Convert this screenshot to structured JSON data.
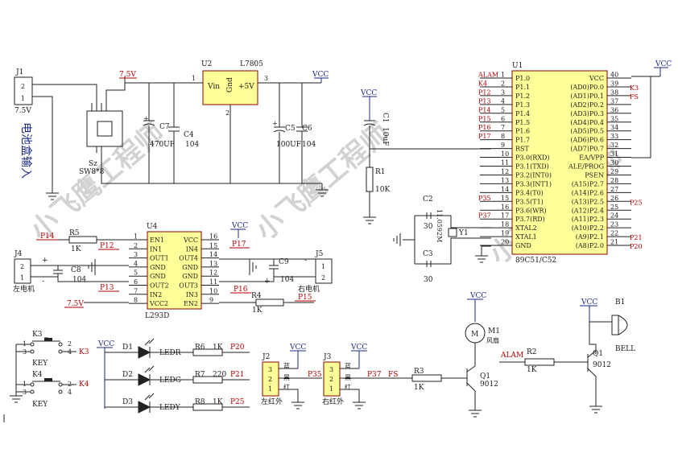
{
  "watermark": "小飞鹰工程师",
  "power": {
    "vcc": "VCC",
    "v75": "7.5V"
  },
  "j1": {
    "ref": "J1",
    "pins": [
      "2",
      "1"
    ],
    "voltage": "7.5V",
    "caption": "电池盒输入"
  },
  "sw": {
    "ref": "Sz",
    "part": "SW8*8"
  },
  "u2": {
    "ref": "U2",
    "part": "L7805",
    "vin": "Vin",
    "gnd": "Gnd",
    "out": "+5V",
    "pin1": "1",
    "pin2": "2",
    "pin3": "3"
  },
  "caps": {
    "c7": {
      "ref": "C7",
      "value": "470UF"
    },
    "c4": {
      "ref": "C4",
      "value": "104"
    },
    "c5": {
      "ref": "C5",
      "value": "100UF"
    },
    "c6": {
      "ref": "C6",
      "value": "104"
    },
    "c1": {
      "ref": "C1",
      "value": "10uF"
    },
    "c2": {
      "ref": "C2",
      "value": "30"
    },
    "c3": {
      "ref": "C3",
      "value": "30"
    },
    "c8": {
      "ref": "C8",
      "value": "104"
    },
    "c9": {
      "ref": "C9",
      "value": "104"
    }
  },
  "r1": {
    "ref": "R1",
    "value": "10K"
  },
  "y1": {
    "ref": "Y1",
    "value": "11.0592M"
  },
  "u1": {
    "ref": "U1",
    "part": "89C51/C52",
    "left_pins": [
      {
        "num": "1",
        "name": "P1.0",
        "net": "ALAM"
      },
      {
        "num": "2",
        "name": "P1.1",
        "net": "K4"
      },
      {
        "num": "3",
        "name": "P1.2",
        "net": "P12"
      },
      {
        "num": "4",
        "name": "P1.3",
        "net": "P13"
      },
      {
        "num": "5",
        "name": "P1.4",
        "net": "P14"
      },
      {
        "num": "6",
        "name": "P1.5",
        "net": "P15"
      },
      {
        "num": "7",
        "name": "P1.6",
        "net": "P16"
      },
      {
        "num": "8",
        "name": "P1.7",
        "net": "P17"
      },
      {
        "num": "9",
        "name": "RST",
        "net": ""
      },
      {
        "num": "10",
        "name": "P3.0(RXD)",
        "net": ""
      },
      {
        "num": "11",
        "name": "P3.1(TXD)",
        "net": ""
      },
      {
        "num": "12",
        "name": "P3.2(INT0)",
        "net": ""
      },
      {
        "num": "13",
        "name": "P3.3(INT1)",
        "net": ""
      },
      {
        "num": "14",
        "name": "P3.4(T0)",
        "net": ""
      },
      {
        "num": "15",
        "name": "P3.5(T1)",
        "net": "P35"
      },
      {
        "num": "16",
        "name": "P3.6(WR)",
        "net": ""
      },
      {
        "num": "17",
        "name": "P3.7(RD)",
        "net": "P37"
      },
      {
        "num": "18",
        "name": "XTAL2",
        "net": ""
      },
      {
        "num": "19",
        "name": "XTAL1",
        "net": ""
      },
      {
        "num": "20",
        "name": "GND",
        "net": ""
      }
    ],
    "right_pins": [
      {
        "num": "40",
        "name": "VCC",
        "net": ""
      },
      {
        "num": "39",
        "name": "(AD0)P0.0",
        "net": "K3"
      },
      {
        "num": "38",
        "name": "(AD1)P0.1",
        "net": "FS"
      },
      {
        "num": "37",
        "name": "(AD2)P0.2",
        "net": ""
      },
      {
        "num": "36",
        "name": "(AD3)P0.3",
        "net": ""
      },
      {
        "num": "35",
        "name": "(AD4)P0.4",
        "net": ""
      },
      {
        "num": "34",
        "name": "(AD5)P0.5",
        "net": ""
      },
      {
        "num": "33",
        "name": "(AD6)P0.6",
        "net": ""
      },
      {
        "num": "32",
        "name": "(AD7)P0.7",
        "net": ""
      },
      {
        "num": "31",
        "name": "EA/VPP",
        "net": ""
      },
      {
        "num": "30",
        "name": "ALE/PROG",
        "net": ""
      },
      {
        "num": "29",
        "name": "PSEN",
        "net": ""
      },
      {
        "num": "28",
        "name": "(A15)P2.7",
        "net": ""
      },
      {
        "num": "27",
        "name": "(A14)P2.6",
        "net": ""
      },
      {
        "num": "26",
        "name": "(A13)P2.5",
        "net": "P25"
      },
      {
        "num": "25",
        "name": "(A12)P2.4",
        "net": ""
      },
      {
        "num": "24",
        "name": "(A11)P2.3",
        "net": ""
      },
      {
        "num": "23",
        "name": "(A10)P2.2",
        "net": ""
      },
      {
        "num": "22",
        "name": "(A9)P2.1",
        "net": "P21"
      },
      {
        "num": "21",
        "name": "(A8)P2.0",
        "net": "P20"
      }
    ]
  },
  "u4": {
    "ref": "U4",
    "part": "L293D",
    "left_pins": [
      {
        "num": "1",
        "name": "EN1"
      },
      {
        "num": "2",
        "name": "IN1"
      },
      {
        "num": "3",
        "name": "OUT1"
      },
      {
        "num": "4",
        "name": "GND"
      },
      {
        "num": "5",
        "name": "GND"
      },
      {
        "num": "6",
        "name": "OUT2"
      },
      {
        "num": "7",
        "name": "IN2"
      },
      {
        "num": "8",
        "name": "VCC2"
      }
    ],
    "right_pins": [
      {
        "num": "16",
        "name": "VCC"
      },
      {
        "num": "15",
        "name": "IN4"
      },
      {
        "num": "14",
        "name": "OUT4"
      },
      {
        "num": "13",
        "name": "GND"
      },
      {
        "num": "12",
        "name": "GND"
      },
      {
        "num": "11",
        "name": "OUT3"
      },
      {
        "num": "10",
        "name": "IN3"
      },
      {
        "num": "9",
        "name": "EN2"
      }
    ],
    "nets": {
      "p14": "P14",
      "p12": "P12",
      "p13": "P13",
      "p17": "P17",
      "p16": "P16",
      "p15": "P15"
    }
  },
  "r5": {
    "ref": "R5",
    "value": "1K"
  },
  "r4": {
    "ref": "R4",
    "value": "1K"
  },
  "j4": {
    "ref": "J4",
    "pins": [
      "2",
      "1"
    ],
    "caption": "左电机",
    "plus": "+",
    "minus": "-"
  },
  "j5": {
    "ref": "J5",
    "pins": [
      "1",
      "2"
    ],
    "caption": "右电机",
    "plus": "+",
    "minus": "-"
  },
  "keys": {
    "k3": {
      "ref": "K3",
      "net": "K3",
      "caption": "KEY",
      "pins": [
        "1",
        "3",
        "2",
        "4"
      ]
    },
    "k4": {
      "ref": "K4",
      "net": "K4",
      "caption": "KEY",
      "pins": [
        "1",
        "3",
        "2",
        "4"
      ]
    }
  },
  "leds": [
    {
      "ref": "D1",
      "name": "LEDR",
      "rref": "R6",
      "rval": "1K",
      "net": "P20"
    },
    {
      "ref": "D2",
      "name": "LEDG",
      "rref": "R7",
      "rval": "220",
      "net": "P21"
    },
    {
      "ref": "D3",
      "name": "LEDY",
      "rref": "R8",
      "rval": "1K",
      "net": "P25"
    }
  ],
  "j2": {
    "ref": "J2",
    "pins": [
      "3",
      "2",
      "1"
    ],
    "sig": [
      "蓝",
      "黑",
      "红"
    ],
    "net": "P35",
    "caption": "左红外"
  },
  "j3": {
    "ref": "J3",
    "pins": [
      "3",
      "2",
      "1"
    ],
    "sig": [
      "蓝",
      "黑",
      "红"
    ],
    "net": "P37",
    "caption": "右红外"
  },
  "fan": {
    "ref": "M1",
    "symbol": "M",
    "caption": "风扇",
    "net": "FS",
    "r3": "R3",
    "r3v": "1K",
    "q": "Q1",
    "qpart": "9012"
  },
  "bell": {
    "ref": "B1",
    "caption": "BELL",
    "net": "ALAM",
    "r2": "R2",
    "r2v": "1K",
    "q": "Q1",
    "qpart": "9012"
  }
}
